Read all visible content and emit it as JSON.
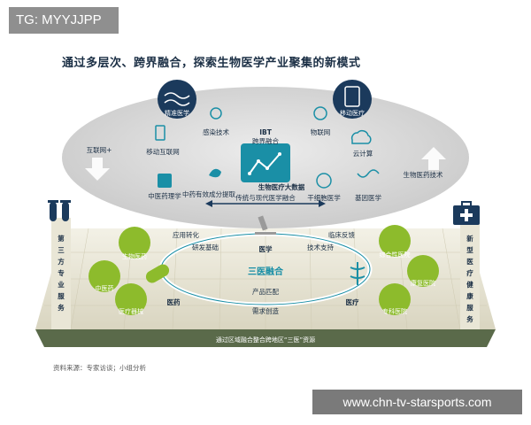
{
  "tag": "TG: MYYJJPP",
  "title": "通过多层次、跨界融合，探索生物医学产业聚集的新模式",
  "source": "资料来源：专家访谈；小组分析",
  "watermark": "www.chn-tv-starsports.com",
  "top": {
    "ibt_title": "IBT",
    "ibt_sub": "跨界融合",
    "center_box": "生物医疗大数据",
    "center_caption": "传统与现代医学融合",
    "nodes": {
      "precision": "精准医学",
      "infection": "感染技术",
      "iot": "物联网",
      "mobile_medical": "移动医疗",
      "mobile_internet": "移动互联网",
      "cloud": "云计算",
      "tcm_pharm": "中医药理学",
      "tcm_extract": "中药有效成分提取",
      "stem_cell": "干细胞医学",
      "genome": "基因医学"
    },
    "left_arrow": "互联网+",
    "right_arrow": "生物医药技术"
  },
  "bottom": {
    "side_left": "第三方专业服务",
    "side_right": "新型医疗健康服务",
    "center_label": "三医融合",
    "medicine": "医学",
    "drug": "医药",
    "care": "医疗",
    "flows": {
      "application": "应用转化",
      "research": "研发基础",
      "clinical": "临床反馈",
      "tech_support": "技术支持",
      "product": "产品匹配",
      "demand": "需求创造"
    },
    "left_nodes": {
      "biomed": "生物医药",
      "tcm": "中医药",
      "device": "医疗器械"
    },
    "right_nodes": {
      "general_hospital": "综合性医院",
      "rehab": "康复医院",
      "specialty": "专科医院"
    },
    "banner": "通过区域融合整合跨地区“三医”资源"
  },
  "colors": {
    "navy": "#1b3a5c",
    "green": "#8dbb2c",
    "teal": "#1a8fa6",
    "gray_ellipse": "#d6d6d6"
  }
}
